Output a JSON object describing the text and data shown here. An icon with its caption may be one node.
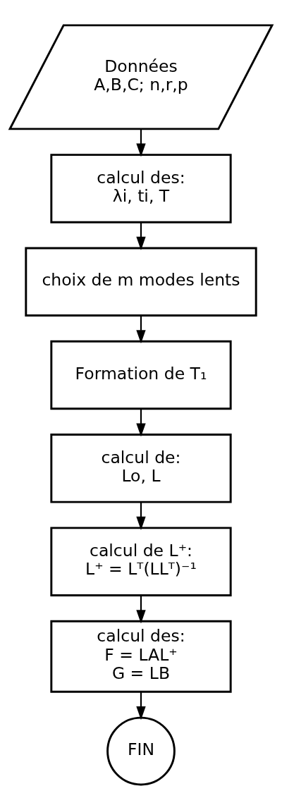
{
  "diagram": {
    "nodes": [
      {
        "text": [
          "Données",
          "A,B,C; n,r,p"
        ]
      },
      {
        "text": [
          "calcul des:",
          "λi, ti, T"
        ]
      },
      {
        "text": [
          "choix de m modes lents"
        ]
      },
      {
        "text": [
          "Formation de T₁"
        ]
      },
      {
        "text": [
          "calcul de:",
          "Lo, L"
        ]
      },
      {
        "text": [
          "calcul de L⁺:",
          "L⁺ = Lᵀ(LLᵀ)⁻¹"
        ]
      },
      {
        "text": [
          "calcul des:",
          "F = LAL⁺",
          "G = LB"
        ]
      },
      {
        "text": [
          "FIN"
        ]
      }
    ],
    "edges": [
      {
        "from": 0,
        "to": 1,
        "arrow": "to"
      },
      {
        "from": 1,
        "to": 2,
        "arrow": "to"
      },
      {
        "from": 2,
        "to": 3,
        "arrow": "to"
      },
      {
        "from": 3,
        "to": 4,
        "arrow": "to"
      },
      {
        "from": 4,
        "to": 5,
        "arrow": "to"
      },
      {
        "from": 5,
        "to": 6,
        "arrow": "to"
      },
      {
        "from": 6,
        "to": 7,
        "arrow": "to"
      }
    ]
  }
}
